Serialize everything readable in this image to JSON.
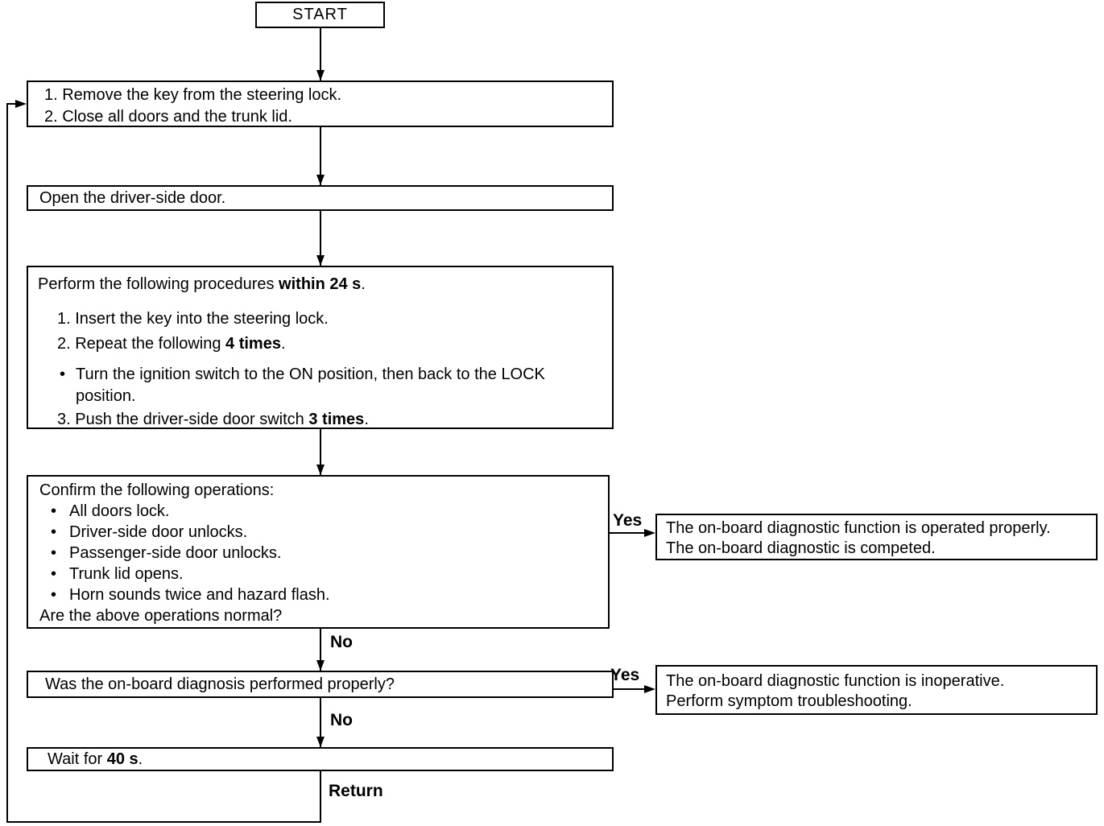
{
  "bullet_char": "•",
  "colors": {
    "line": "#000000",
    "background": "#ffffff",
    "text": "#000000"
  },
  "flowchart": {
    "start": "START",
    "step_reset": {
      "line1": "1. Remove the key from the steering lock.",
      "line2": "2. Close all doors and the trunk lid."
    },
    "step_open_door": "Open the driver-side door.",
    "step_procedures": {
      "title_prefix": "Perform the following procedures ",
      "title_bold": "within 24 s",
      "title_suffix": ".",
      "item1": "1. Insert the key into the steering lock.",
      "item2_prefix": "2. Repeat the following ",
      "item2_bold": "4 times",
      "item2_suffix": ".",
      "bullet_text": "Turn the ignition switch to the ON position, then back to the LOCK position.",
      "item3_prefix": "3. Push the driver-side door switch ",
      "item3_bold": "3 times",
      "item3_suffix": "."
    },
    "step_confirm": {
      "title": "Confirm the following operations:",
      "bullets": [
        "All doors lock.",
        "Driver-side door unlocks.",
        "Passenger-side door unlocks.",
        "Trunk lid opens.",
        "Horn sounds twice and hazard flash."
      ],
      "question": "Are the above operations normal?"
    },
    "result_ok": {
      "line1": "The on-board diagnostic function is operated properly.",
      "line2": "The on-board diagnostic is competed."
    },
    "step_question2": "Was the on-board diagnosis performed properly?",
    "result_fail": {
      "line1": "The on-board diagnostic function is inoperative.",
      "line2": "Perform symptom troubleshooting."
    },
    "step_wait": {
      "prefix": "Wait for ",
      "bold": "40 s",
      "suffix": "."
    },
    "labels": {
      "yes": "Yes",
      "no": "No",
      "return": "Return"
    }
  }
}
